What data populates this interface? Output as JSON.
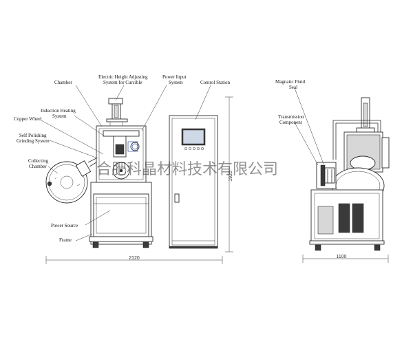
{
  "labels": {
    "chamber": "Chamber",
    "height_adj_1": "Electric Height Adjusting",
    "height_adj_2": "System for Curcible",
    "power_input_1": "Power Input",
    "power_input_2": "System",
    "control_station": "Control Station",
    "induction_1": "Induction Heating",
    "induction_2": "System",
    "copper_wheel": "Copper Wheel",
    "self_polish_1": "Self Polishing",
    "self_polish_2": "Grinding System",
    "collecting_1": "Collecting",
    "collecting_2": "Chamber",
    "power_source": "Power Source",
    "frame": "Frame",
    "magnetic_1": "Magnatic Fluid",
    "magnetic_2": "Seal",
    "transmission_1": "Transmission",
    "transmission_2": "Component"
  },
  "dimensions": {
    "width_front": "2120",
    "height": "1920",
    "width_side": "1100"
  },
  "watermark": "合肥科晶材料技术有限公司"
}
